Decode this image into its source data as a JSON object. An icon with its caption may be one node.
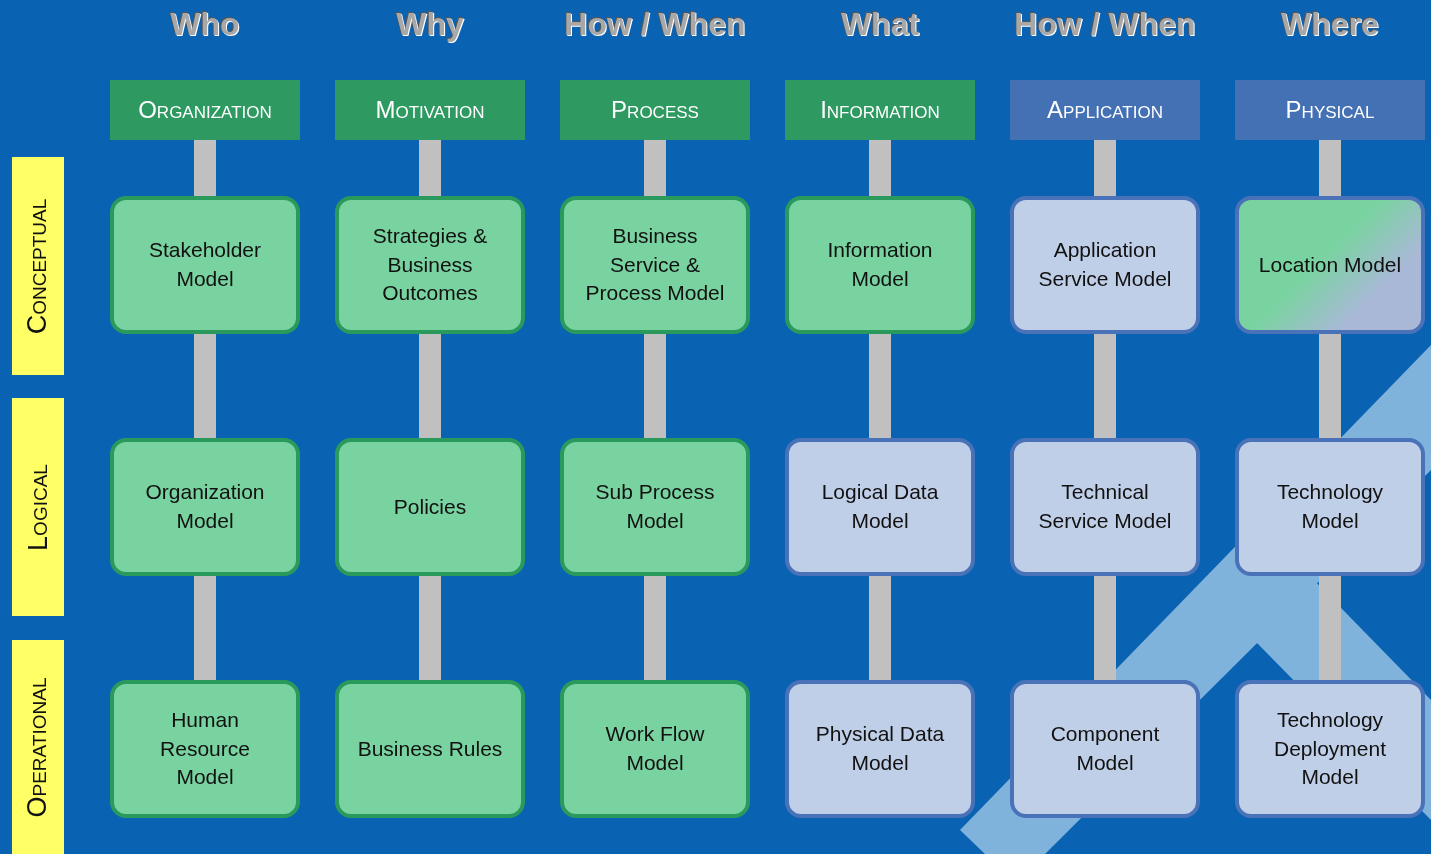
{
  "diagram": {
    "nodes": [
      {
        "text": [
          "Organization"
        ]
      },
      {
        "text": [
          "Motivation"
        ]
      },
      {
        "text": [
          "Process"
        ]
      },
      {
        "text": [
          "Information"
        ]
      },
      {
        "text": [
          "Application"
        ]
      },
      {
        "text": [
          "Physical"
        ]
      },
      {
        "text": [
          "Conceptual"
        ]
      },
      {
        "text": [
          "Stakeholder Model"
        ]
      },
      {
        "text": [
          "Strategies & Business Outcomes"
        ]
      },
      {
        "text": [
          "Business Service & Process Model"
        ]
      },
      {
        "text": [
          "Information Model"
        ]
      },
      {
        "text": [
          "Application Service Model"
        ]
      },
      {
        "text": [
          "Location Model"
        ]
      },
      {
        "text": [
          "Logical"
        ]
      },
      {
        "text": [
          "Organization Model"
        ]
      },
      {
        "text": [
          "Policies"
        ]
      },
      {
        "text": [
          "Sub Process Model"
        ]
      },
      {
        "text": [
          "Logical Data Model"
        ]
      },
      {
        "text": [
          "Technical Service Model"
        ]
      },
      {
        "text": [
          "Technology Model"
        ]
      },
      {
        "text": [
          "Operational"
        ]
      },
      {
        "text": [
          "Human Resource Model"
        ]
      },
      {
        "text": [
          "Business Rules"
        ]
      },
      {
        "text": [
          "Work Flow Model"
        ]
      },
      {
        "text": [
          "Physical Data Model"
        ]
      },
      {
        "text": [
          "Component Model"
        ]
      },
      {
        "text": [
          "Technology Deployment Model"
        ]
      }
    ],
    "edges": [
      {
        "from": 0,
        "to": 7,
        "arrow": "none"
      },
      {
        "from": 1,
        "to": 8,
        "arrow": "none"
      },
      {
        "from": 2,
        "to": 9,
        "arrow": "none"
      },
      {
        "from": 3,
        "to": 10,
        "arrow": "none"
      },
      {
        "from": 4,
        "to": 11,
        "arrow": "none"
      },
      {
        "from": 5,
        "to": 12,
        "arrow": "none"
      },
      {
        "from": 7,
        "to": 14,
        "arrow": "none"
      },
      {
        "from": 8,
        "to": 15,
        "arrow": "none"
      },
      {
        "from": 9,
        "to": 16,
        "arrow": "none"
      },
      {
        "from": 10,
        "to": 17,
        "arrow": "none"
      },
      {
        "from": 11,
        "to": 18,
        "arrow": "none"
      },
      {
        "from": 12,
        "to": 19,
        "arrow": "none"
      },
      {
        "from": 14,
        "to": 21,
        "arrow": "none"
      },
      {
        "from": 15,
        "to": 22,
        "arrow": "none"
      },
      {
        "from": 16,
        "to": 23,
        "arrow": "none"
      },
      {
        "from": 17,
        "to": 24,
        "arrow": "none"
      },
      {
        "from": 18,
        "to": 25,
        "arrow": "none"
      },
      {
        "from": 19,
        "to": 26,
        "arrow": "none"
      }
    ],
    "labels": [
      "Who",
      "Why",
      "How / When",
      "What",
      "How / When",
      "Where"
    ]
  }
}
